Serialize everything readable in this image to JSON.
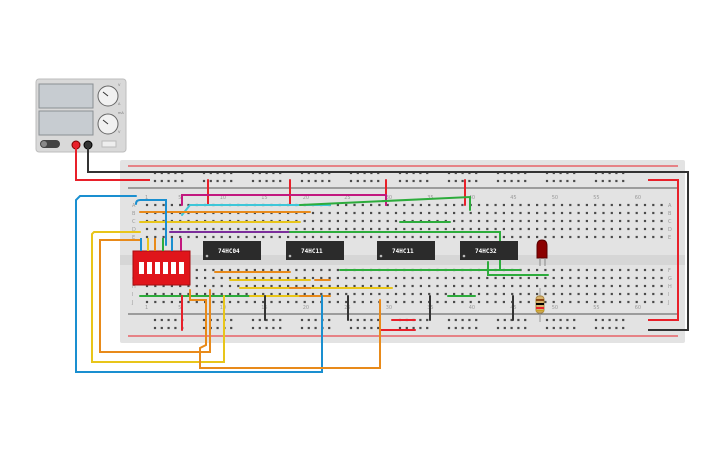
{
  "chips": [
    {
      "label": "74HC04"
    },
    {
      "label": "74HC11"
    },
    {
      "label": "74HC11"
    },
    {
      "label": "74HC32"
    }
  ],
  "column_numbers": [
    "1",
    "5",
    "10",
    "15",
    "20",
    "25",
    "30",
    "35",
    "40",
    "45",
    "50",
    "55",
    "60"
  ],
  "row_letters_top": [
    "A",
    "B",
    "C",
    "D",
    "E"
  ],
  "row_letters_bottom": [
    "F",
    "G",
    "H",
    "I",
    "J"
  ],
  "power_supply": {
    "units": [
      "V",
      "A",
      "mA",
      "V"
    ]
  },
  "colors": {
    "breadboard": "#e3e3e3",
    "hole": "#4a4a4a",
    "rail_red": "#e8202a",
    "chip_body": "#2b2b2b",
    "dip_switch": "#e0151b",
    "led": "#8b0000"
  },
  "icons": [
    "power-supply-icon",
    "dip-switch-icon",
    "led-icon",
    "resistor-icon"
  ]
}
